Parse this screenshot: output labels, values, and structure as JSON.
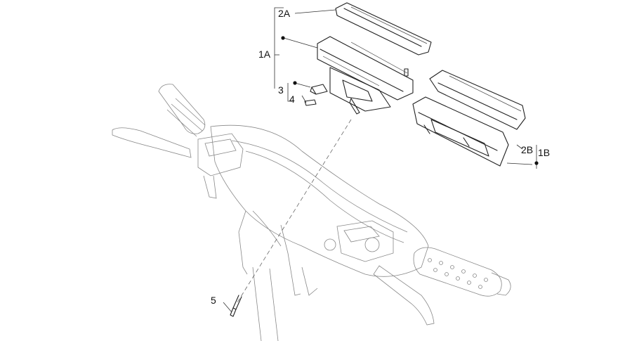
{
  "callouts": [
    {
      "id": "2A",
      "text": "2A"
    },
    {
      "id": "1A",
      "text": "1A"
    },
    {
      "id": "3",
      "text": "3"
    },
    {
      "id": "4",
      "text": "4"
    },
    {
      "id": "2B",
      "text": "2B"
    },
    {
      "id": "1B",
      "text": "1B"
    },
    {
      "id": "5",
      "text": "5"
    }
  ]
}
